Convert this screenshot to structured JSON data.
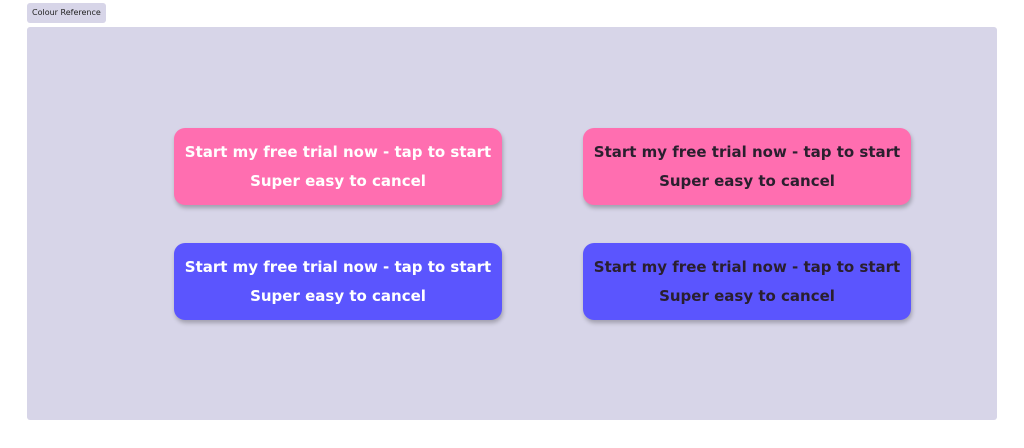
{
  "tag": "Colour Reference",
  "colors": {
    "pink": "#ff6eb0",
    "blue": "#5b55fe",
    "panel": "#d7d5e8"
  },
  "buttons": [
    {
      "line1": "Start my free trial now - tap to start",
      "line2": "Super easy to cancel"
    },
    {
      "line1": "Start my free trial now - tap to start",
      "line2": "Super easy to cancel"
    },
    {
      "line1": "Start my free trial now - tap to start",
      "line2": "Super easy to cancel"
    },
    {
      "line1": "Start my free trial now - tap to start",
      "line2": "Super easy to cancel"
    }
  ]
}
